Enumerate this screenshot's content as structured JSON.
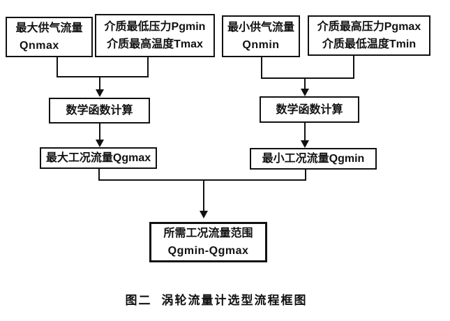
{
  "colors": {
    "ink": "#111111",
    "paper": "#ffffff"
  },
  "diagram": {
    "type": "flowchart",
    "nodes": {
      "qnmax": {
        "line1": "最大供气流量",
        "line2": "Qnmax"
      },
      "pgmin_tmax": {
        "line1": "介质最低压力Pgmin",
        "line2": "介质最高温度Tmax"
      },
      "qnmin": {
        "line1": "最小供气流量",
        "line2": "Qnmin"
      },
      "pgmax_tmin": {
        "line1": "介质最高压力Pgmax",
        "line2": "介质最低温度Tmin"
      },
      "calc_left": {
        "label": "数学函数计算"
      },
      "calc_right": {
        "label": "数学函数计算"
      },
      "qgmax": {
        "label": "最大工况流量Qgmax"
      },
      "qgmin": {
        "label": "最小工况流量Qgmin"
      },
      "range": {
        "line1": "所需工况流量范围",
        "line2": "Qgmin-Qgmax"
      }
    },
    "edges": [
      {
        "from": "qnmax",
        "to": "calc_left"
      },
      {
        "from": "pgmin_tmax",
        "to": "calc_left"
      },
      {
        "from": "calc_left",
        "to": "qgmax"
      },
      {
        "from": "qnmin",
        "to": "calc_right"
      },
      {
        "from": "pgmax_tmin",
        "to": "calc_right"
      },
      {
        "from": "calc_right",
        "to": "qgmin"
      },
      {
        "from": "qgmax",
        "to": "range"
      },
      {
        "from": "qgmin",
        "to": "range"
      }
    ],
    "caption": {
      "index": "图二",
      "title": "涡轮流量计选型流程框图"
    }
  }
}
